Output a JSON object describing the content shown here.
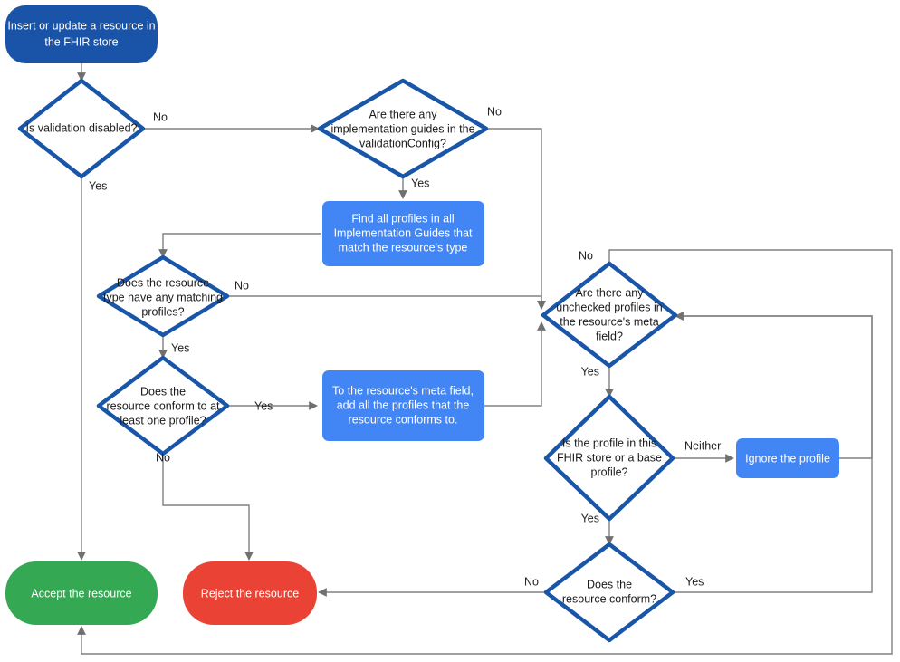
{
  "diagram": {
    "title": "FHIR resource validation flow",
    "colors": {
      "start_fill": "#1A54A8",
      "process_fill": "#4285F4",
      "decision_stroke": "#1A56A8",
      "decision_fill": "#FFFFFF",
      "accept_fill": "#34A853",
      "reject_fill": "#EA4335",
      "connector": "#808080",
      "background": "#FFFFFF"
    },
    "nodes": {
      "start": {
        "id": "start",
        "shape": "terminator",
        "label": "Insert or update a resource in the FHIR store"
      },
      "validation_disabled": {
        "id": "validation_disabled",
        "shape": "decision",
        "label": "Is validation disabled?"
      },
      "impl_guides": {
        "id": "impl_guides",
        "shape": "decision",
        "label": "Are there any implementation guides in the validationConfig?"
      },
      "find_profiles": {
        "id": "find_profiles",
        "shape": "process",
        "label": "Find all profiles in all Implementation Guides that match the resource's type"
      },
      "matching_profiles": {
        "id": "matching_profiles",
        "shape": "decision",
        "label": "Does the resource type have any matching profiles?"
      },
      "conform_one": {
        "id": "conform_one",
        "shape": "decision",
        "label": "Does the resource conform to at least one profile?"
      },
      "add_profiles": {
        "id": "add_profiles",
        "shape": "process",
        "label": "To the resource's meta field, add all the profiles that the resource conforms to."
      },
      "unchecked_profiles": {
        "id": "unchecked_profiles",
        "shape": "decision",
        "label": "Are there any unchecked profiles in the resource's meta field?"
      },
      "profile_in_store": {
        "id": "profile_in_store",
        "shape": "decision",
        "label": "Is the profile in this FHIR store or a base profile?"
      },
      "ignore_profile": {
        "id": "ignore_profile",
        "shape": "process",
        "label": "Ignore the profile"
      },
      "resource_conform": {
        "id": "resource_conform",
        "shape": "decision",
        "label": "Does the resource conform?"
      },
      "accept": {
        "id": "accept",
        "shape": "terminator",
        "label": "Accept the resource"
      },
      "reject": {
        "id": "reject",
        "shape": "terminator",
        "label": "Reject the resource"
      }
    },
    "node_lines": {
      "start": [
        "Insert or update a resource in",
        "the FHIR store"
      ],
      "validation_disabled": [
        "Is validation disabled?"
      ],
      "impl_guides": [
        "Are there any",
        "implementation guides in the",
        "validationConfig?"
      ],
      "find_profiles": [
        "Find all profiles in all",
        "Implementation Guides that",
        "match the resource's type"
      ],
      "matching_profiles": [
        "Does the resource",
        "type have any matching",
        "profiles?"
      ],
      "conform_one": [
        "Does the",
        "resource conform to at",
        "least one profile?"
      ],
      "add_profiles": [
        "To the resource's meta field,",
        "add all the profiles that the",
        "resource conforms to."
      ],
      "unchecked_profiles": [
        "Are there any",
        "unchecked profiles in",
        "the resource's meta",
        "field?"
      ],
      "profile_in_store": [
        "Is the profile in this",
        "FHIR store or a base",
        "profile?"
      ],
      "ignore_profile": [
        "Ignore the profile"
      ],
      "resource_conform": [
        "Does the",
        "resource conform?"
      ],
      "accept": [
        "Accept the resource"
      ],
      "reject": [
        "Reject the resource"
      ]
    },
    "edges": [
      {
        "id": "e1",
        "from": "start",
        "to": "validation_disabled",
        "label": ""
      },
      {
        "id": "e2",
        "from": "validation_disabled",
        "to": "impl_guides",
        "label": "No"
      },
      {
        "id": "e3",
        "from": "validation_disabled",
        "to": "accept",
        "label": "Yes"
      },
      {
        "id": "e4",
        "from": "impl_guides",
        "to": "unchecked_profiles",
        "label": "No"
      },
      {
        "id": "e5",
        "from": "impl_guides",
        "to": "find_profiles",
        "label": "Yes"
      },
      {
        "id": "e6",
        "from": "find_profiles",
        "to": "matching_profiles",
        "label": ""
      },
      {
        "id": "e7",
        "from": "matching_profiles",
        "to": "unchecked_profiles",
        "label": "No"
      },
      {
        "id": "e8",
        "from": "matching_profiles",
        "to": "conform_one",
        "label": "Yes"
      },
      {
        "id": "e9",
        "from": "conform_one",
        "to": "add_profiles",
        "label": "Yes"
      },
      {
        "id": "e10",
        "from": "conform_one",
        "to": "reject",
        "label": "No"
      },
      {
        "id": "e11",
        "from": "add_profiles",
        "to": "unchecked_profiles",
        "label": ""
      },
      {
        "id": "e12",
        "from": "unchecked_profiles",
        "to": "accept",
        "label": "No"
      },
      {
        "id": "e13",
        "from": "unchecked_profiles",
        "to": "profile_in_store",
        "label": "Yes"
      },
      {
        "id": "e14",
        "from": "profile_in_store",
        "to": "ignore_profile",
        "label": "Neither"
      },
      {
        "id": "e15",
        "from": "profile_in_store",
        "to": "resource_conform",
        "label": "Yes"
      },
      {
        "id": "e16",
        "from": "ignore_profile",
        "to": "unchecked_profiles",
        "label": ""
      },
      {
        "id": "e17",
        "from": "resource_conform",
        "to": "reject",
        "label": "No"
      },
      {
        "id": "e18",
        "from": "resource_conform",
        "to": "unchecked_profiles",
        "label": "Yes"
      }
    ],
    "edge_labels": {
      "validation_no": "No",
      "validation_yes": "Yes",
      "impl_no": "No",
      "impl_yes": "Yes",
      "matching_no": "No",
      "matching_yes": "Yes",
      "conform_one_yes": "Yes",
      "conform_one_no": "No",
      "unchecked_no": "No",
      "unchecked_yes": "Yes",
      "profile_neither": "Neither",
      "profile_yes": "Yes",
      "resource_conform_no": "No",
      "resource_conform_yes": "Yes"
    }
  }
}
